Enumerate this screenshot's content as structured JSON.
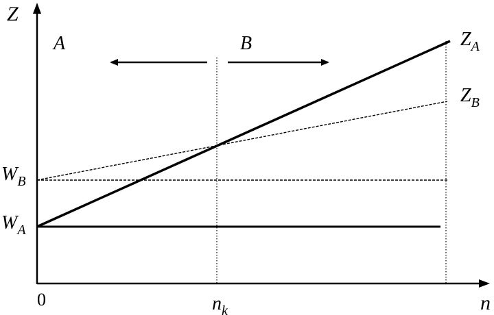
{
  "axes": {
    "y_label": "Z",
    "x_label": "n",
    "origin_label": "0"
  },
  "regions": {
    "left": "A",
    "right": "B"
  },
  "ticks": {
    "x_mark": "n",
    "x_mark_sub": "k",
    "wb": "W",
    "wb_sub": "B",
    "wa": "W",
    "wa_sub": "A"
  },
  "curves": {
    "za": "Z",
    "za_sub": "A",
    "zb": "Z",
    "zb_sub": "B"
  },
  "colors": {
    "ink": "#000000",
    "background": "#ffffff"
  }
}
